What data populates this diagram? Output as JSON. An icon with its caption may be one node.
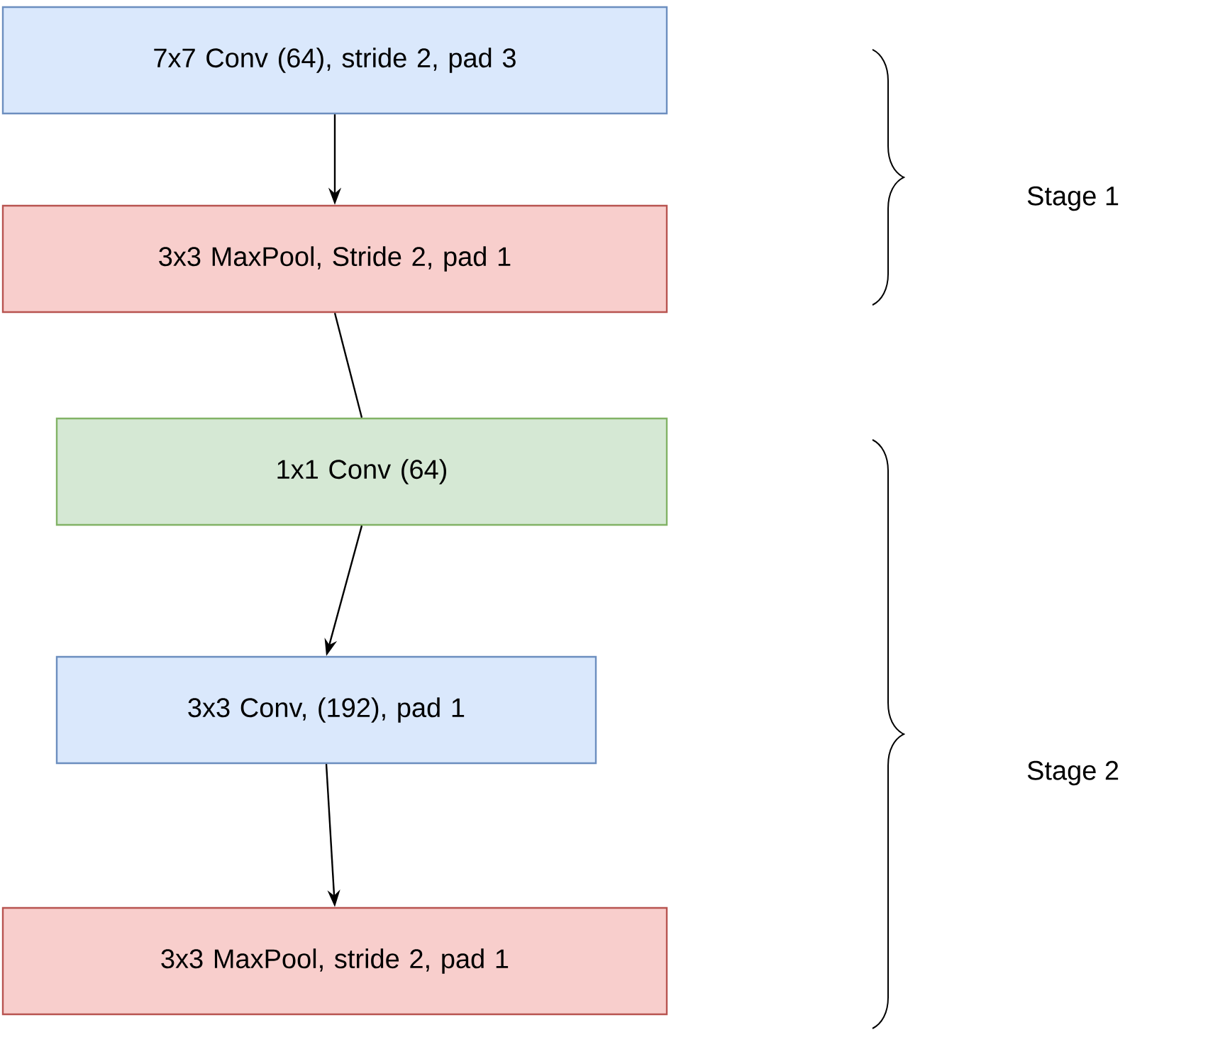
{
  "diagram": {
    "nodes": [
      {
        "text": [
          "7x7 Conv (64), stride 2, pad 3"
        ]
      },
      {
        "text": [
          "3x3 MaxPool, Stride 2, pad 1"
        ]
      },
      {
        "text": [
          "1x1 Conv (64)"
        ]
      },
      {
        "text": [
          "3x3 Conv, (192), pad 1"
        ]
      },
      {
        "text": [
          "3x3 MaxPool, stride 2, pad 1"
        ]
      }
    ],
    "edges": [
      {
        "from": 0,
        "to": 1,
        "arrow": "to"
      },
      {
        "from": 1,
        "to": 2,
        "arrow": "none"
      },
      {
        "from": 2,
        "to": 3,
        "arrow": "to"
      },
      {
        "from": 3,
        "to": 4,
        "arrow": "to"
      }
    ],
    "labels": [
      "Stage 1",
      "Stage 2"
    ]
  }
}
